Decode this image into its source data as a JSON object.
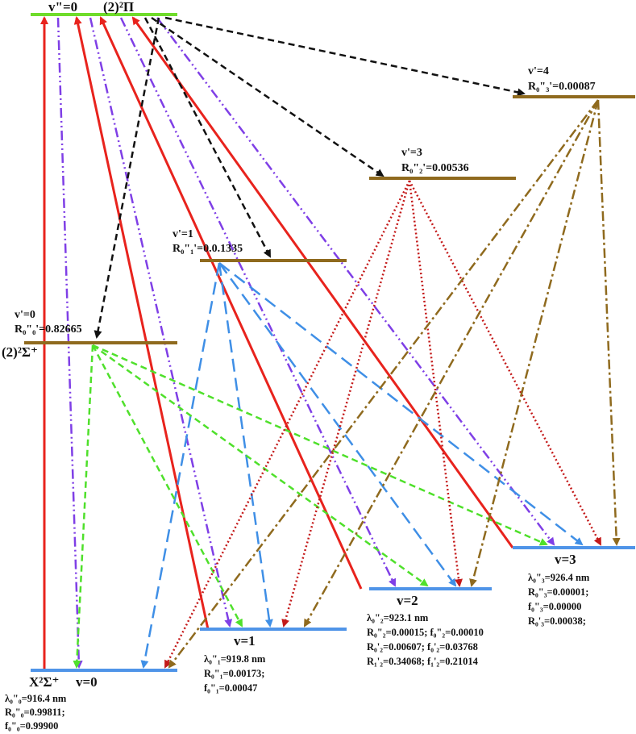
{
  "colors": {
    "upper_level": "#6fdc2b",
    "vib_level": "#8f6a1e",
    "ground_level": "#4f94e8",
    "red": "#e8231d",
    "purple": "#7f3fe6",
    "black": "#111111",
    "blue": "#3f8fe6",
    "green": "#4fe02b",
    "dark_red": "#c41a1a",
    "brown": "#8f6a1e"
  },
  "top": {
    "v_label": "v\"=0",
    "state_label": "(2)²Π"
  },
  "levels": {
    "v0p": {
      "v_label": "v'=0",
      "r_label": "R₀\"₀'=0.82665",
      "state_label": "(2)²Σ⁺"
    },
    "v1p": {
      "v_label": "v'=1",
      "r_label": "R₀\"₁'=0.0.1335"
    },
    "v3p": {
      "v_label": "v'=3",
      "r_label": "R₀\"₂'=0.00536"
    },
    "v4p": {
      "v_label": "v'=4",
      "r_label": "R₀\"₃'=0.00087"
    }
  },
  "ground": {
    "state_label": "X²Σ⁺",
    "v0": {
      "v_label": "v=0",
      "lines": [
        "λ₀\"₀=916.4 nm",
        "R₀\"₀=0.99811;",
        "f₀\"₀=0.99900"
      ]
    },
    "v1": {
      "v_label": "v=1",
      "lines": [
        "λ₀\"₁=919.8 nm",
        "R₀\"₁=0.00173;",
        "f₀\"₁=0.00047"
      ]
    },
    "v2": {
      "v_label": "v=2",
      "lines": [
        "λ₀\"₂=923.1 nm",
        "R₀\"₂=0.00015; f₀\"₂=0.00010",
        "R₀'₂=0.00607; f₀'₂=0.03768",
        "R₁'₂=0.34068; f₁'₂=0.21014"
      ]
    },
    "v3": {
      "v_label": "v=3",
      "lines": [
        "λ₀\"₃=926.4 nm",
        "R₀\"₃=0.00001;",
        "f₀\"₃=0.00000",
        "R₀'₃=0.00038;"
      ]
    }
  }
}
